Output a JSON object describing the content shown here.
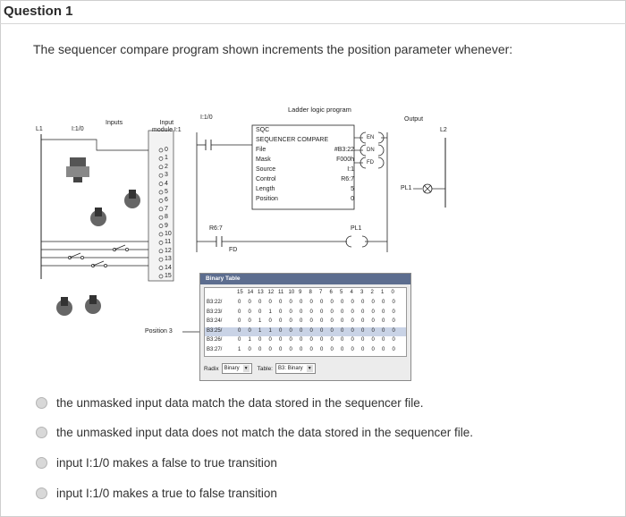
{
  "question": {
    "title": "Question 1",
    "text": "The sequencer compare program shown increments the position parameter whenever:"
  },
  "figure": {
    "left_labels": {
      "rail_l1": "L1",
      "address": "I:1/0",
      "inputs": "Inputs",
      "input_module": "Input\nmodule I:1"
    },
    "terminals": [
      "0",
      "1",
      "2",
      "3",
      "4",
      "5",
      "6",
      "7",
      "8",
      "9",
      "10",
      "11",
      "12",
      "13",
      "14",
      "15"
    ],
    "ladder": {
      "title": "Ladder logic program",
      "contact1_addr": "I:1/0",
      "block_lines": [
        "SQC",
        "SEQUENCER COMPARE",
        "File",
        "Mask",
        "Source",
        "Control",
        "Length",
        "Position"
      ],
      "block_values": {
        "file": "#B3:22",
        "mask": "F000h",
        "source": "I:1",
        "control": "R6:7",
        "length": "5",
        "position": "0"
      },
      "coils": [
        "EN",
        "DN",
        "FD"
      ],
      "contact2_addr": "R6:7",
      "contact2_bit": "FD",
      "output_coil": "PL1"
    },
    "output": {
      "label": "Output",
      "rail_l2": "L2",
      "lamp": "PL1"
    },
    "position_label": "Position 3",
    "binary_table": {
      "title": "Binary Table",
      "bit_headers": [
        "15",
        "14",
        "13",
        "12",
        "11",
        "10",
        "9",
        "8",
        "7",
        "6",
        "5",
        "4",
        "3",
        "2",
        "1",
        "0"
      ],
      "rows": [
        {
          "addr": "B3:22/",
          "bits": [
            "0",
            "0",
            "0",
            "0",
            "0",
            "0",
            "0",
            "0",
            "0",
            "0",
            "0",
            "0",
            "0",
            "0",
            "0",
            "0"
          ]
        },
        {
          "addr": "B3:23/",
          "bits": [
            "0",
            "0",
            "0",
            "1",
            "0",
            "0",
            "0",
            "0",
            "0",
            "0",
            "0",
            "0",
            "0",
            "0",
            "0",
            "0"
          ]
        },
        {
          "addr": "B3:24/",
          "bits": [
            "0",
            "0",
            "1",
            "0",
            "0",
            "0",
            "0",
            "0",
            "0",
            "0",
            "0",
            "0",
            "0",
            "0",
            "0",
            "0"
          ]
        },
        {
          "addr": "B3:25/",
          "bits": [
            "0",
            "0",
            "1",
            "1",
            "0",
            "0",
            "0",
            "0",
            "0",
            "0",
            "0",
            "0",
            "0",
            "0",
            "0",
            "0"
          ]
        },
        {
          "addr": "B3:26/",
          "bits": [
            "0",
            "1",
            "0",
            "0",
            "0",
            "0",
            "0",
            "0",
            "0",
            "0",
            "0",
            "0",
            "0",
            "0",
            "0",
            "0"
          ]
        },
        {
          "addr": "B3:27/",
          "bits": [
            "1",
            "0",
            "0",
            "0",
            "0",
            "0",
            "0",
            "0",
            "0",
            "0",
            "0",
            "0",
            "0",
            "0",
            "0",
            "0"
          ]
        }
      ],
      "radix_label": "Radix",
      "radix_value": "Binary",
      "table_label": "Table:",
      "table_value": "B3: Binary"
    }
  },
  "options": [
    "the unmasked input data match the data stored in the sequencer file.",
    "the unmasked input data does not match the data stored in the sequencer file.",
    "input I:1/0 makes a false to true transition",
    "input I:1/0 makes a true to false transition"
  ],
  "colors": {
    "title_bar": "#5c6d8f",
    "radio_fill": "#d8d8d8"
  }
}
